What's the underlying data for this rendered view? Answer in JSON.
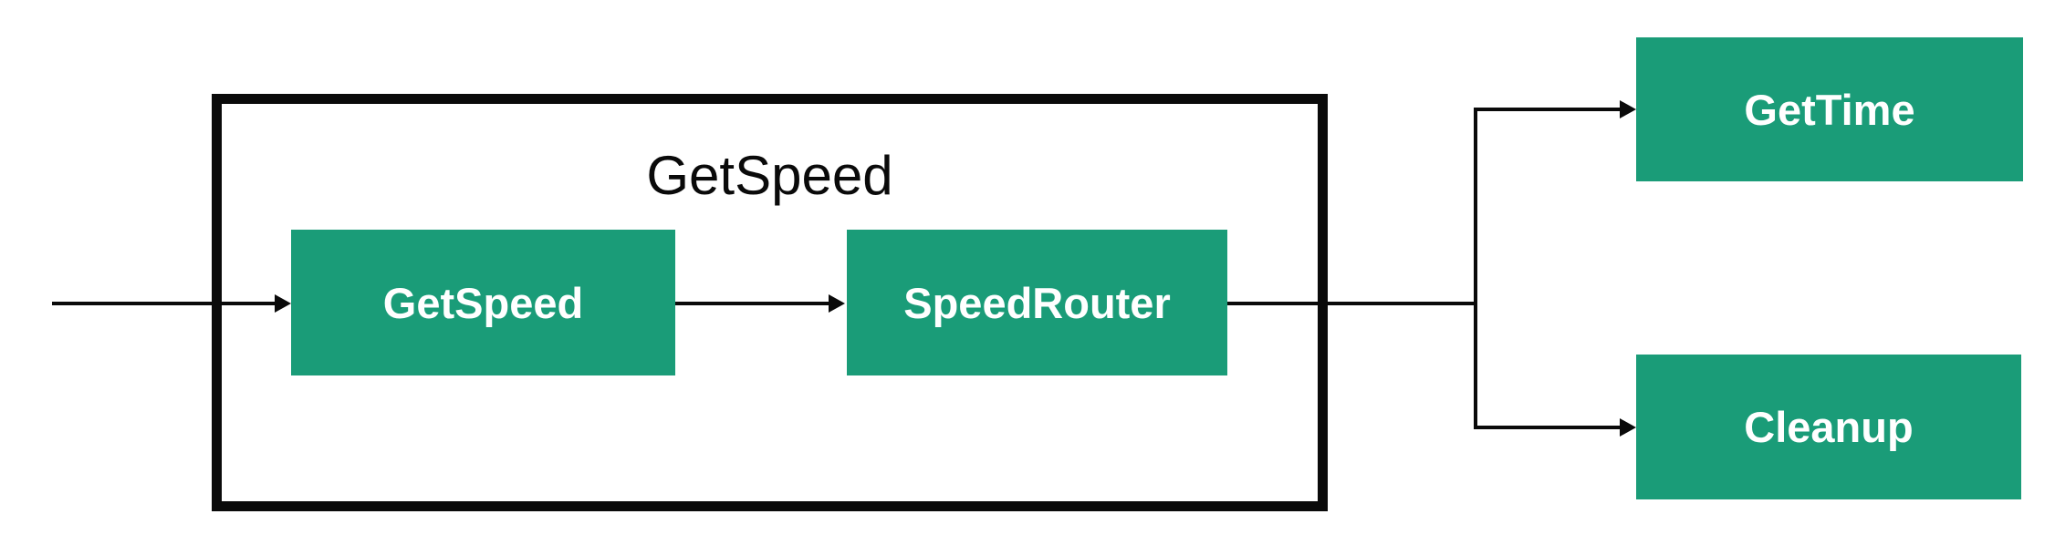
{
  "diagram": {
    "type": "flowchart",
    "direction": "left-to-right",
    "background_color": "#ffffff",
    "node_fill_color": "#1a9c78",
    "node_text_color": "#ffffff",
    "line_color": "#0a0a0a",
    "container": {
      "label": "GetSpeed",
      "style": "thick-black-border"
    },
    "nodes": [
      {
        "id": "getspeed",
        "label": "GetSpeed",
        "inside_container": true
      },
      {
        "id": "speedrouter",
        "label": "SpeedRouter",
        "inside_container": true
      },
      {
        "id": "gettime",
        "label": "GetTime",
        "inside_container": false
      },
      {
        "id": "cleanup",
        "label": "Cleanup",
        "inside_container": false
      }
    ],
    "edges": [
      {
        "from": "start",
        "to": "getspeed"
      },
      {
        "from": "getspeed",
        "to": "speedrouter"
      },
      {
        "from": "speedrouter",
        "to": "gettime"
      },
      {
        "from": "speedrouter",
        "to": "cleanup"
      }
    ]
  }
}
